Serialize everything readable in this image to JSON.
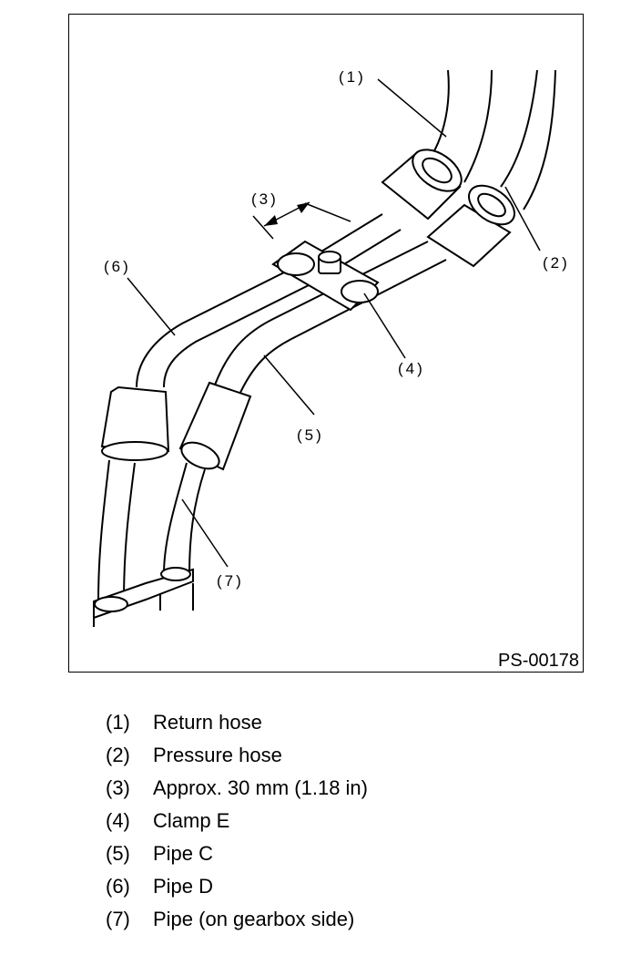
{
  "figure": {
    "code": "PS-00178",
    "callouts": {
      "c1": "(1)",
      "c2": "(2)",
      "c3": "(3)",
      "c4": "(4)",
      "c5": "(5)",
      "c6": "(6)",
      "c7": "(7)"
    }
  },
  "legend": [
    {
      "num": "(1)",
      "text": "Return hose"
    },
    {
      "num": "(2)",
      "text": "Pressure hose"
    },
    {
      "num": "(3)",
      "text": "Approx. 30 mm (1.18 in)"
    },
    {
      "num": "(4)",
      "text": "Clamp E"
    },
    {
      "num": "(5)",
      "text": "Pipe C"
    },
    {
      "num": "(6)",
      "text": "Pipe D"
    },
    {
      "num": "(7)",
      "text": "Pipe (on gearbox side)"
    }
  ]
}
